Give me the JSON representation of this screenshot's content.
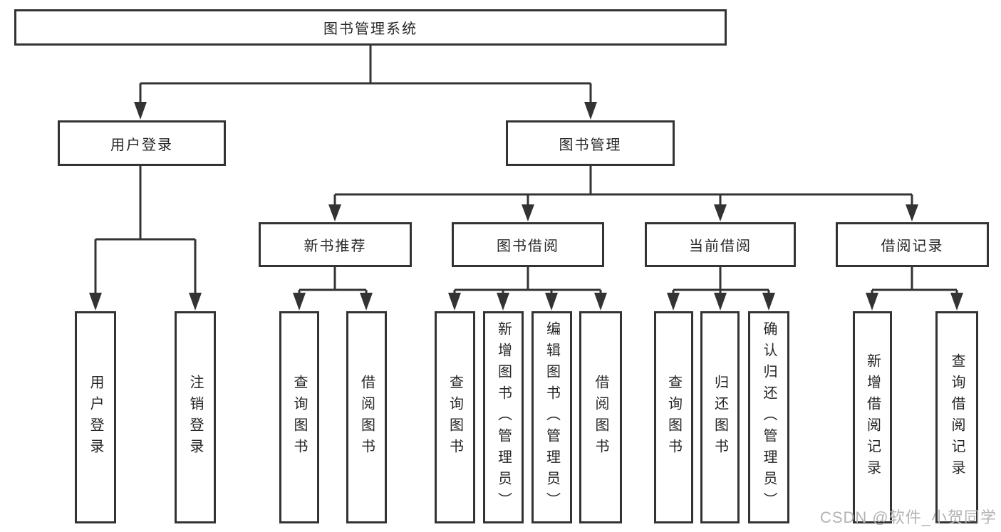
{
  "diagram": {
    "title_node": {
      "label": "图书管理系统"
    },
    "level1": [
      {
        "label": "用户登录"
      },
      {
        "label": "图书管理"
      }
    ],
    "level2": [
      {
        "label": "新书推荐"
      },
      {
        "label": "图书借阅"
      },
      {
        "label": "当前借阅"
      },
      {
        "label": "借阅记录"
      }
    ],
    "leaves": {
      "user_login": [
        "用户登录",
        "注销登录"
      ],
      "new_book_recommend": [
        "查询图书",
        "借阅图书"
      ],
      "book_borrow": [
        "查询图书",
        "新增图书（管理员）",
        "编辑图书（管理员）",
        "借阅图书"
      ],
      "current_borrow": [
        "查询图书",
        "归还图书",
        "确认归还（管理员）"
      ],
      "borrow_records": [
        "新增借阅记录",
        "查询借阅记录"
      ]
    }
  },
  "watermark": {
    "text": "CSDN @软件_小贺同学"
  },
  "colors": {
    "line": "#333333",
    "box_border": "#333333",
    "text": "#262626",
    "watermark": "#b3b3b3",
    "background": "#ffffff"
  }
}
